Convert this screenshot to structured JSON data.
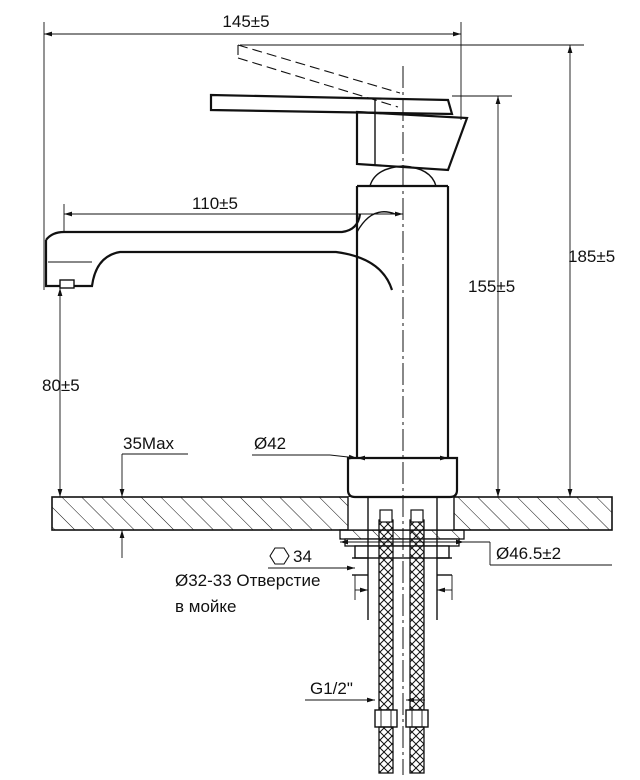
{
  "dimensions": {
    "overall_reach": "145±5",
    "spout_reach": "110±5",
    "total_height": "185±5",
    "body_height": "155±5",
    "spout_clearance": "80±5",
    "deck_thickness": "35Max",
    "body_diameter": "Ø42",
    "flange_diameter": "Ø46.5±2",
    "nut_size": "34",
    "hose_thread": "G1/2\""
  },
  "notes": {
    "hole_line1": "Ø32-33 Отверстие",
    "hole_line2": "в мойке"
  },
  "colors": {
    "line": "#111111",
    "background": "#ffffff"
  },
  "icons": {
    "nut": "hexagon-icon"
  }
}
